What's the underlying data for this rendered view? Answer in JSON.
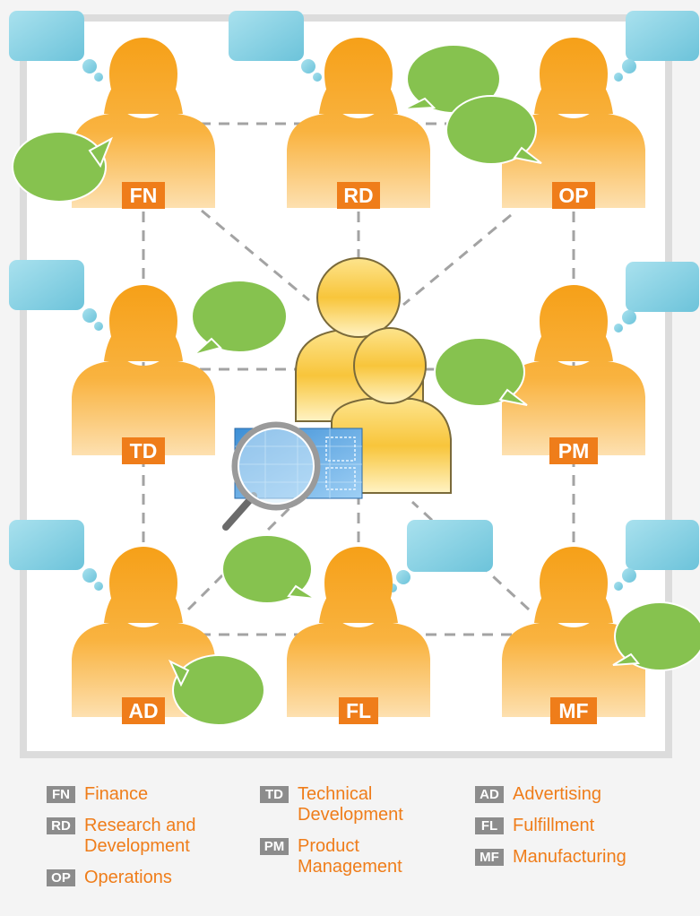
{
  "nodes": [
    {
      "code": "FN",
      "label": "Finance"
    },
    {
      "code": "RD",
      "label": "Research and\nDevelopment"
    },
    {
      "code": "OP",
      "label": "Operations"
    },
    {
      "code": "TD",
      "label": "Technical\nDevelopment"
    },
    {
      "code": "PM",
      "label": "Product\nManagement"
    },
    {
      "code": "AD",
      "label": "Advertising"
    },
    {
      "code": "FL",
      "label": "Fulfillment"
    },
    {
      "code": "MF",
      "label": "Manufacturing"
    }
  ],
  "colors": {
    "person": "#f7a21d",
    "person_shoulder": "#fbc777",
    "badge": "#ef7d1a",
    "speech_bubble": "#86c24f",
    "thought_bubble": "#8ed3e3",
    "link_line": "#a3a3a3",
    "legend_code": "#8c8c8c",
    "legend_label": "#ef7d1a",
    "panel": "#ffffff",
    "background": "#f4f4f4"
  },
  "icons": {
    "center": "team-icon",
    "magnifier": "magnifier-icon",
    "blueprint": "blueprint-icon"
  }
}
